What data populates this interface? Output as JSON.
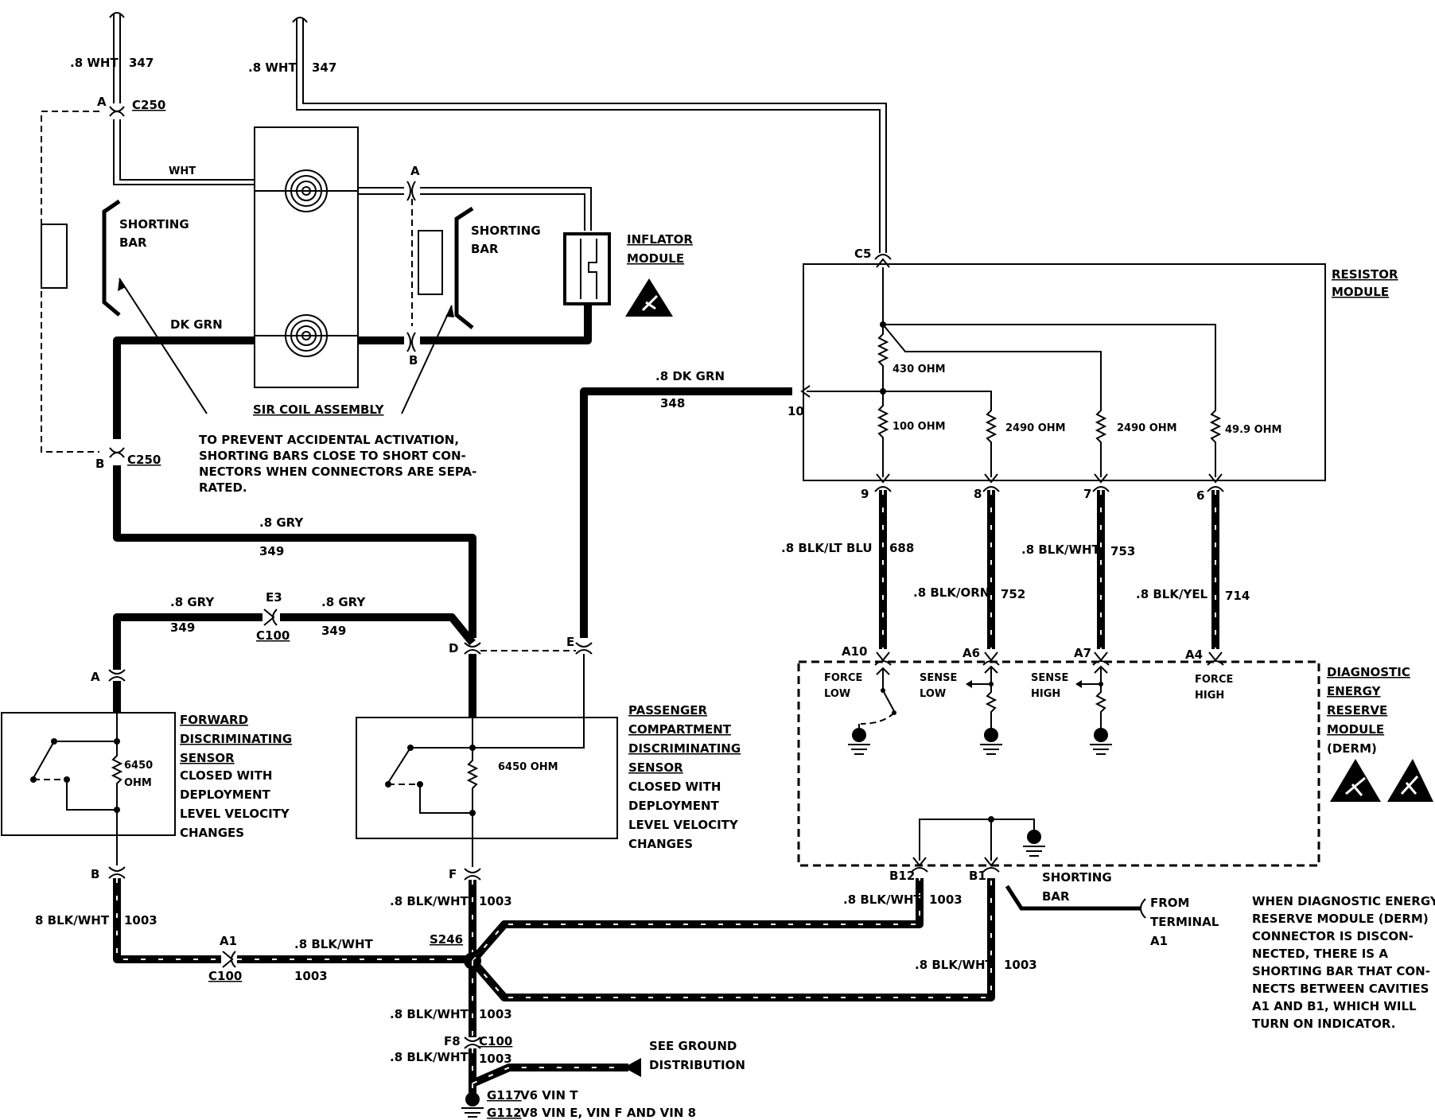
{
  "wires": {
    "top_left_size_color": ".8 WHT",
    "top_left_circuit": "347",
    "top_mid_size_color": ".8 WHT",
    "top_mid_circuit": "347",
    "wht": "WHT",
    "dk_grn": "DK GRN",
    "dk_grn_348_size_color": ".8 DK GRN",
    "dk_grn_348_circuit": "348",
    "gry_upper_size_color": ".8 GRY",
    "gry_upper_circuit": "349",
    "gry_left_size_color": ".8 GRY",
    "gry_left_circuit": "349",
    "gry_right_size_color": ".8 GRY",
    "gry_right_circuit": "349",
    "blk_lt_blu": ".8 BLK/LT BLU",
    "blk_lt_blu_circuit": "688",
    "blk_orn": ".8 BLK/ORN",
    "blk_orn_circuit": "752",
    "blk_wht_753": ".8 BLK/WHT",
    "blk_wht_753_circuit": "753",
    "blk_yel": ".8 BLK/YEL",
    "blk_yel_circuit": "714",
    "fwd_bottom": "8 BLK/WHT",
    "fwd_bottom_circuit": "1003",
    "a1_right": ".8 BLK/WHT",
    "a1_right_circuit": "1003",
    "pass_bottom": ".8 BLK/WHT",
    "pass_bottom_circuit": "1003",
    "b12_wire": ".8 BLK/WHT",
    "b12_circuit": "1003",
    "b1_wire": ".8 BLK/WHT",
    "b1_circuit": "1003",
    "below_splice": ".8 BLK/WHT",
    "below_splice_circuit": "1003",
    "ground_wire": ".8 BLK/WHT",
    "ground_wire_circuit": "1003"
  },
  "connectors": {
    "c250": "C250",
    "c250_b": "C250",
    "pin_a_top": "A",
    "pin_b_left": "B",
    "coil_a": "A",
    "coil_b": "B",
    "c5": "C5",
    "pin_10": "10",
    "pin_9": "9",
    "pin_8": "8",
    "pin_7": "7",
    "pin_6": "6",
    "a10": "A10",
    "a6": "A6",
    "a7": "A7",
    "a4": "A4",
    "b12": "B12",
    "b1": "B1",
    "e3": "E3",
    "c100_upper": "C100",
    "pin_d": "D",
    "pin_e": "E",
    "pin_a_fwd": "A",
    "pin_b_fwd": "B",
    "pin_f": "F",
    "a1": "A1",
    "c100_lower": "C100",
    "s246": "S246",
    "f8": "F8",
    "c100_ground": "C100"
  },
  "components": {
    "shorting_bar_left": [
      "SHORTING",
      "BAR"
    ],
    "shorting_bar_right": [
      "SHORTING",
      "BAR"
    ],
    "inflator_module": [
      "INFLATOR",
      "MODULE"
    ],
    "sir_coil": "SIR COIL ASSEMBLY",
    "resistor_module": [
      "RESISTOR",
      "MODULE"
    ],
    "r430": "430 OHM",
    "r100": "100 OHM",
    "r2490a": "2490 OHM",
    "r2490b": "2490 OHM",
    "r49": "49.9 OHM",
    "derm": [
      "DIAGNOSTIC",
      "ENERGY",
      "RESERVE",
      "MODULE",
      "(DERM)"
    ],
    "force_low": [
      "FORCE",
      "LOW"
    ],
    "sense_low": [
      "SENSE",
      "LOW"
    ],
    "sense_high": [
      "SENSE",
      "HIGH"
    ],
    "force_high": [
      "FORCE",
      "HIGH"
    ],
    "fwd_sensor": [
      "FORWARD",
      "DISCRIMINATING",
      "SENSOR"
    ],
    "fwd_sensor_desc": [
      "CLOSED WITH",
      "DEPLOYMENT",
      "LEVEL VELOCITY",
      "CHANGES"
    ],
    "fwd_ohm": [
      "6450",
      "OHM"
    ],
    "pass_sensor": [
      "PASSENGER",
      "COMPARTMENT",
      "DISCRIMINATING",
      "SENSOR"
    ],
    "pass_sensor_desc": [
      "CLOSED WITH",
      "DEPLOYMENT",
      "LEVEL VELOCITY",
      "CHANGES"
    ],
    "pass_ohm": "6450 OHM",
    "shorting_bar_derm": [
      "SHORTING",
      "BAR"
    ],
    "from_terminal": [
      "FROM",
      "TERMINAL",
      "A1"
    ]
  },
  "notes": {
    "shorting_note": [
      "TO PREVENT ACCIDENTAL ACTIVATION,",
      "SHORTING BARS CLOSE TO SHORT CON-",
      "NECTORS WHEN CONNECTORS ARE SEPA-",
      "RATED."
    ],
    "derm_note": [
      "WHEN DIAGNOSTIC ENERGY",
      "RESERVE MODULE (DERM)",
      "CONNECTOR IS DISCON-",
      "NECTED, THERE IS A",
      "SHORTING BAR THAT CON-",
      "NECTS BETWEEN CAVITIES",
      "A1 AND B1, WHICH WILL",
      "TURN ON INDICATOR."
    ],
    "see_ground": [
      "SEE GROUND",
      "DISTRIBUTION"
    ],
    "g117": "G117",
    "g117_desc": "V6 VIN T",
    "g112": "G112",
    "g112_desc": "V8 VIN E, VIN F AND VIN 8"
  }
}
